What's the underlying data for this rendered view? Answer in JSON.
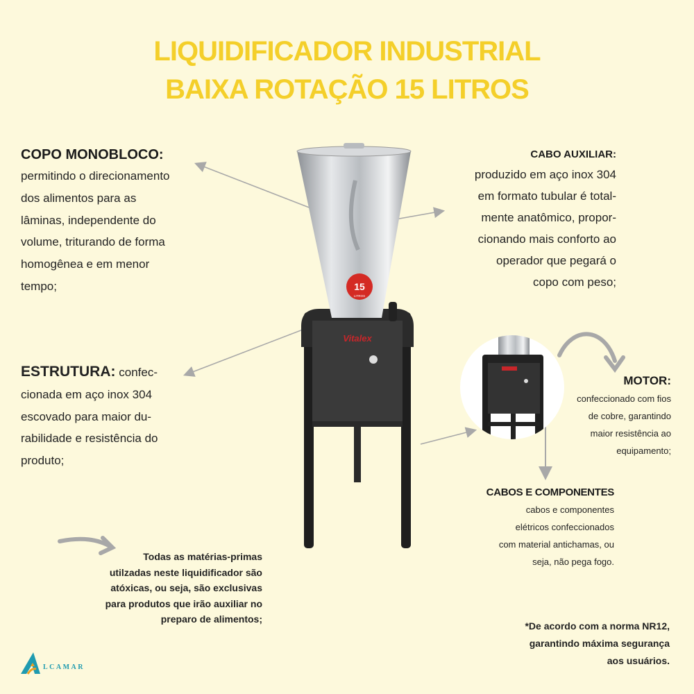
{
  "title": {
    "line1": "LIQUIDIFICADOR INDUSTRIAL",
    "line2": "BAIXA ROTAÇÃO 15 LITROS"
  },
  "copo": {
    "heading": "COPO MONOBLOCO:",
    "lines": [
      "permitindo o direcionamento",
      "dos alimentos para as",
      "lâminas, independente do",
      "volume, triturando de forma",
      "homogênea e em menor",
      "tempo;"
    ]
  },
  "cabo": {
    "heading": "CABO AUXILIAR:",
    "lines": [
      "produzido em aço inox 304",
      "em formato tubular é total-",
      "mente anatômico, propor-",
      "cionando mais conforto ao",
      "operador que  pegará o",
      "copo com peso;"
    ]
  },
  "estrutura": {
    "heading": "ESTRUTURA:",
    "lines": [
      "confec-",
      "cionada em aço inox 304",
      "escovado para maior du-",
      "rabilidade e resistência do",
      "produto;"
    ]
  },
  "motor": {
    "heading": "MOTOR:",
    "lines": [
      "confeccionado com fios",
      "de cobre, garantindo",
      "maior resistência  ao",
      "equipamento;"
    ]
  },
  "cabos_componentes": {
    "heading": "CABOS E COMPONENTES",
    "lines": [
      "cabos e componentes",
      "elétricos confeccionados",
      "com material antichamas, ou",
      "seja, não pega fogo."
    ]
  },
  "materias": {
    "lines": [
      "Todas as matérias-primas",
      "utilzadas neste liquidificador são",
      "atóxicas, ou seja, são exclusivas",
      "para produtos que irão auxiliar no",
      "preparo de alimentos;"
    ]
  },
  "norma": {
    "lines": [
      "*De acordo com a  norma NR12,",
      "garantindo máxima segurança",
      "aos usuários."
    ]
  },
  "product": {
    "badge_number": "15",
    "badge_unit": "LITROS",
    "brand": "Vitalex"
  },
  "logo": {
    "text": "LCAMAR"
  },
  "colors": {
    "background": "#fdf9dc",
    "title": "#f4cf2a",
    "arrow": "#a8a8a8",
    "logo_teal": "#1f9bb0",
    "logo_orange": "#f0a020",
    "badge_red": "#d42a24"
  }
}
